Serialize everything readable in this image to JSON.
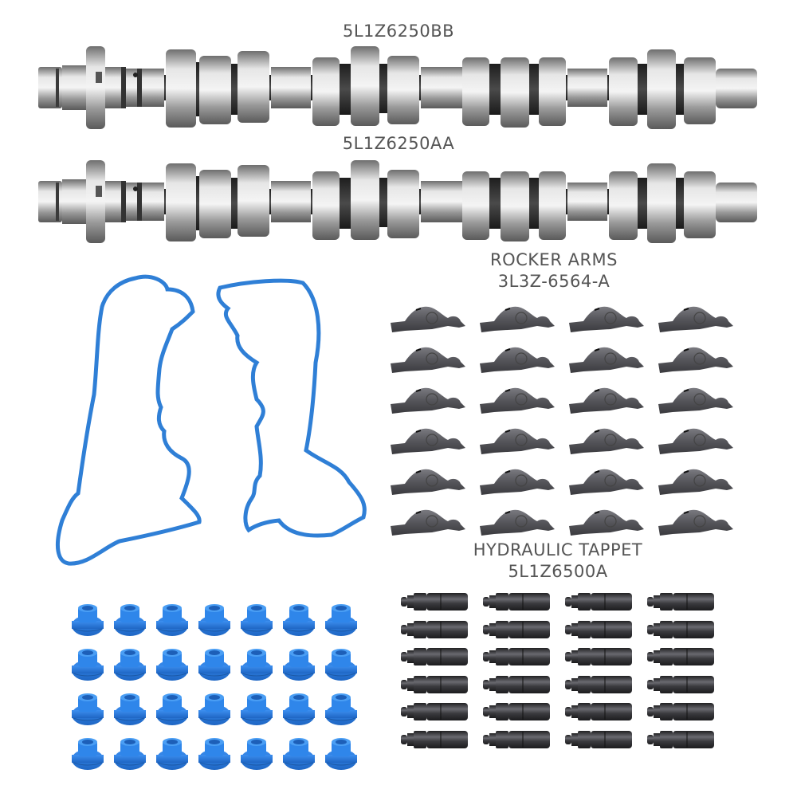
{
  "labels": {
    "camshaft_top": "5L1Z6250BB",
    "camshaft_bottom": "5L1Z6250AA",
    "rocker_title": "ROCKER ARMS",
    "rocker_part": "3L3Z-6564-A",
    "tappet_title": "HYDRAULIC TAPPET",
    "tappet_part": "5L1Z6500A"
  },
  "parts": {
    "camshafts": [
      {
        "part_number": "5L1Z6250BB",
        "icon": "camshaft-icon"
      },
      {
        "part_number": "5L1Z6250AA",
        "icon": "camshaft-icon"
      }
    ],
    "gaskets": {
      "count": 2,
      "icon": "valve-cover-gasket-icon",
      "color": "#2f7fd6"
    },
    "rocker_arms": {
      "rows": 6,
      "cols": 4,
      "count": 24,
      "icon": "rocker-arm-icon",
      "color": "#5a5a5e"
    },
    "hydraulic_tappets": {
      "rows": 6,
      "cols": 4,
      "count": 24,
      "icon": "lifter-icon",
      "color": "#3a3a3e"
    },
    "valve_seals": {
      "rows": 4,
      "cols": 7,
      "count": 28,
      "icon": "valve-stem-seal-icon",
      "color": "#2b7fe0"
    }
  },
  "colors": {
    "background": "#ffffff",
    "label_text": "#555555",
    "steel_light": "#d8d8d8",
    "steel_dark": "#2e2e2e",
    "blue": "#2b7fe0"
  }
}
